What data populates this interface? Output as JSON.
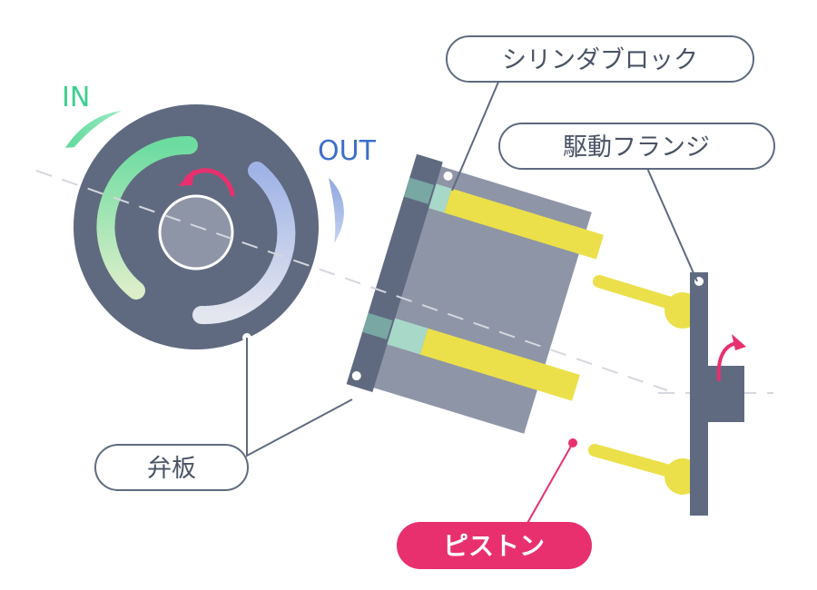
{
  "labels": {
    "in": "IN",
    "out": "OUT",
    "cylinder_block": "シリンダブロック",
    "drive_flange": "駆動フランジ",
    "valve_plate": "弁板",
    "piston": "ピストン"
  },
  "colors": {
    "dark_slate": "#5f6a80",
    "block_gray": "#8e95a6",
    "piston_yellow": "#ebe04a",
    "in_green": "#3ecf8e",
    "out_blue": "#3d6fc9",
    "highlight_pink": "#e8306f",
    "callout_stroke": "#5f6a80",
    "seal_teal": "#a8d8c8"
  }
}
